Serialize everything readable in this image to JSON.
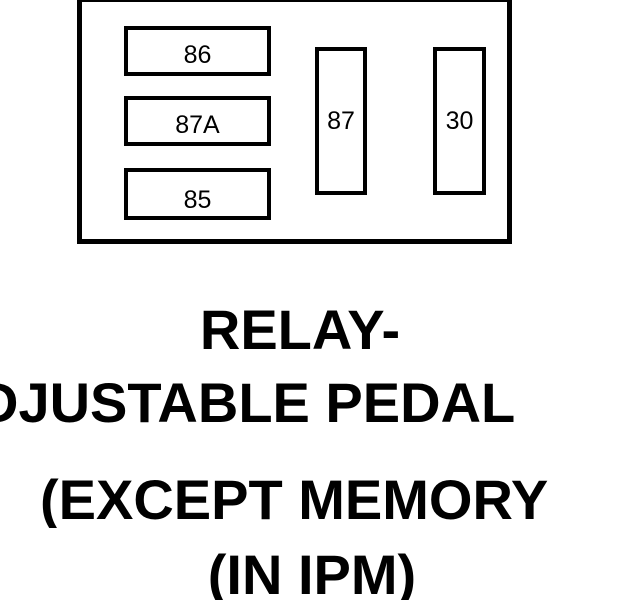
{
  "relay": {
    "terminals": {
      "t86": "86",
      "t87a": "87A",
      "t85": "85",
      "t87": "87",
      "t30": "30"
    }
  },
  "caption": {
    "line1": "RELAY-",
    "line2": "DJUSTABLE PEDAL",
    "line3": "(EXCEPT MEMORY",
    "line4": "(IN IPM)"
  }
}
